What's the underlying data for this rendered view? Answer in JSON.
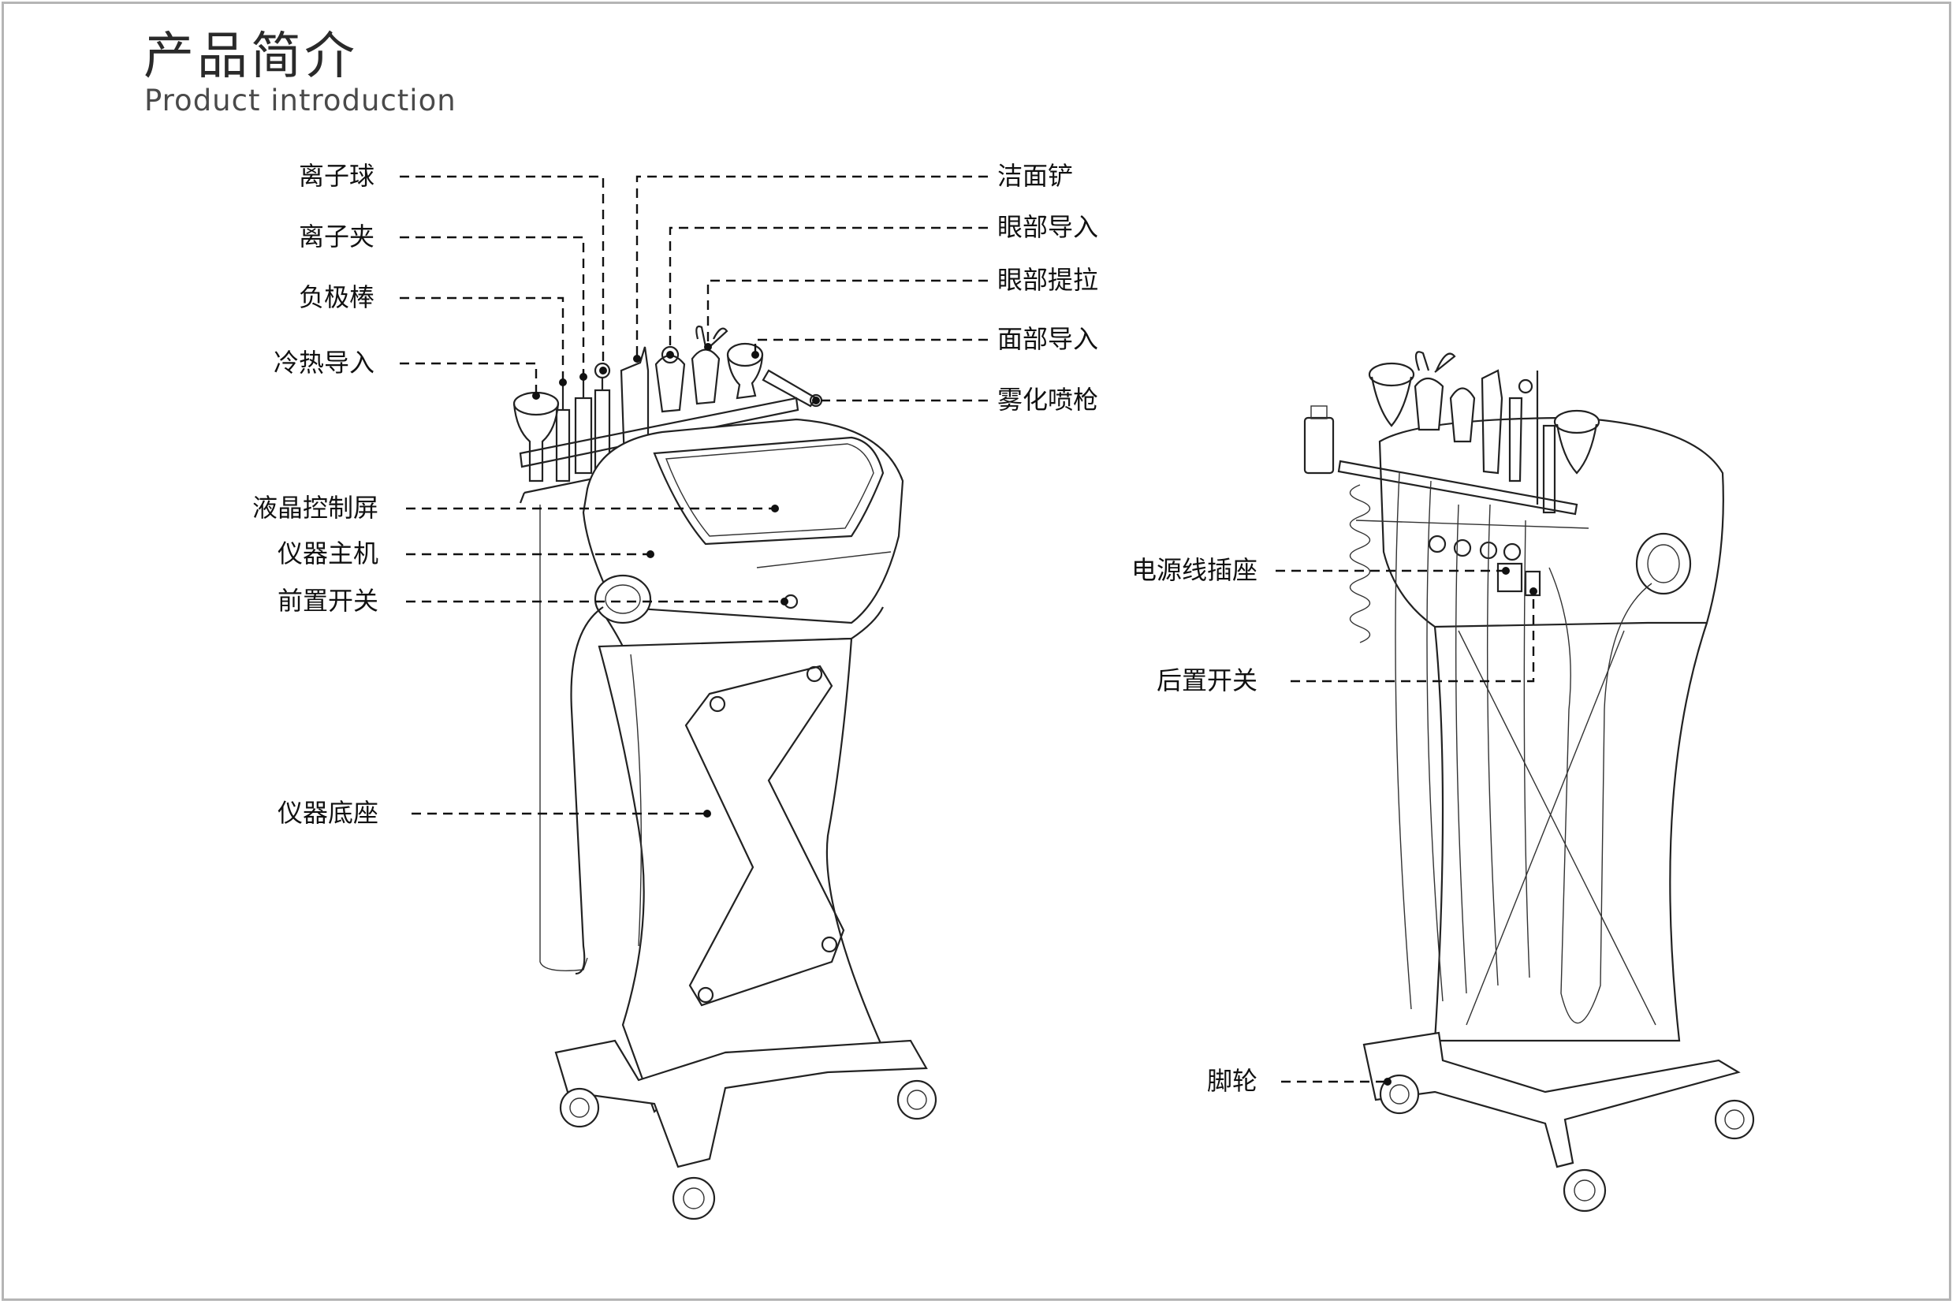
{
  "header": {
    "title": "产品简介",
    "subtitle": "Product introduction"
  },
  "left_labels": {
    "ion_ball": "离子球",
    "ion_clip": "离子夹",
    "negative_rod": "负极棒",
    "hot_cold": "冷热导入",
    "face_scrubber": "洁面铲",
    "eye_infusion": "眼部导入",
    "eye_lift": "眼部提拉",
    "face_infusion": "面部导入",
    "spray_gun": "雾化喷枪",
    "lcd_screen": "液晶控制屏",
    "main_unit": "仪器主机",
    "front_switch": "前置开关",
    "base": "仪器底座"
  },
  "right_labels": {
    "power_socket": "电源线插座",
    "rear_switch": "后置开关",
    "caster": "脚轮"
  },
  "colors": {
    "line": "#222222",
    "frame": "#b5b5b5"
  }
}
